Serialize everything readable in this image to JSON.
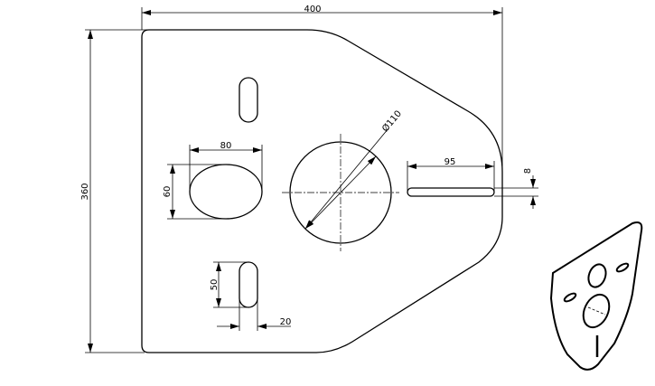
{
  "drawing": {
    "dimensions": {
      "overall_width": "400",
      "overall_height": "360",
      "circle_diameter": "Ø110",
      "oval_width": "80",
      "oval_height": "60",
      "slot_right_length": "95",
      "slot_right_width": "8",
      "slot_length": "50",
      "slot_width": "20"
    }
  }
}
